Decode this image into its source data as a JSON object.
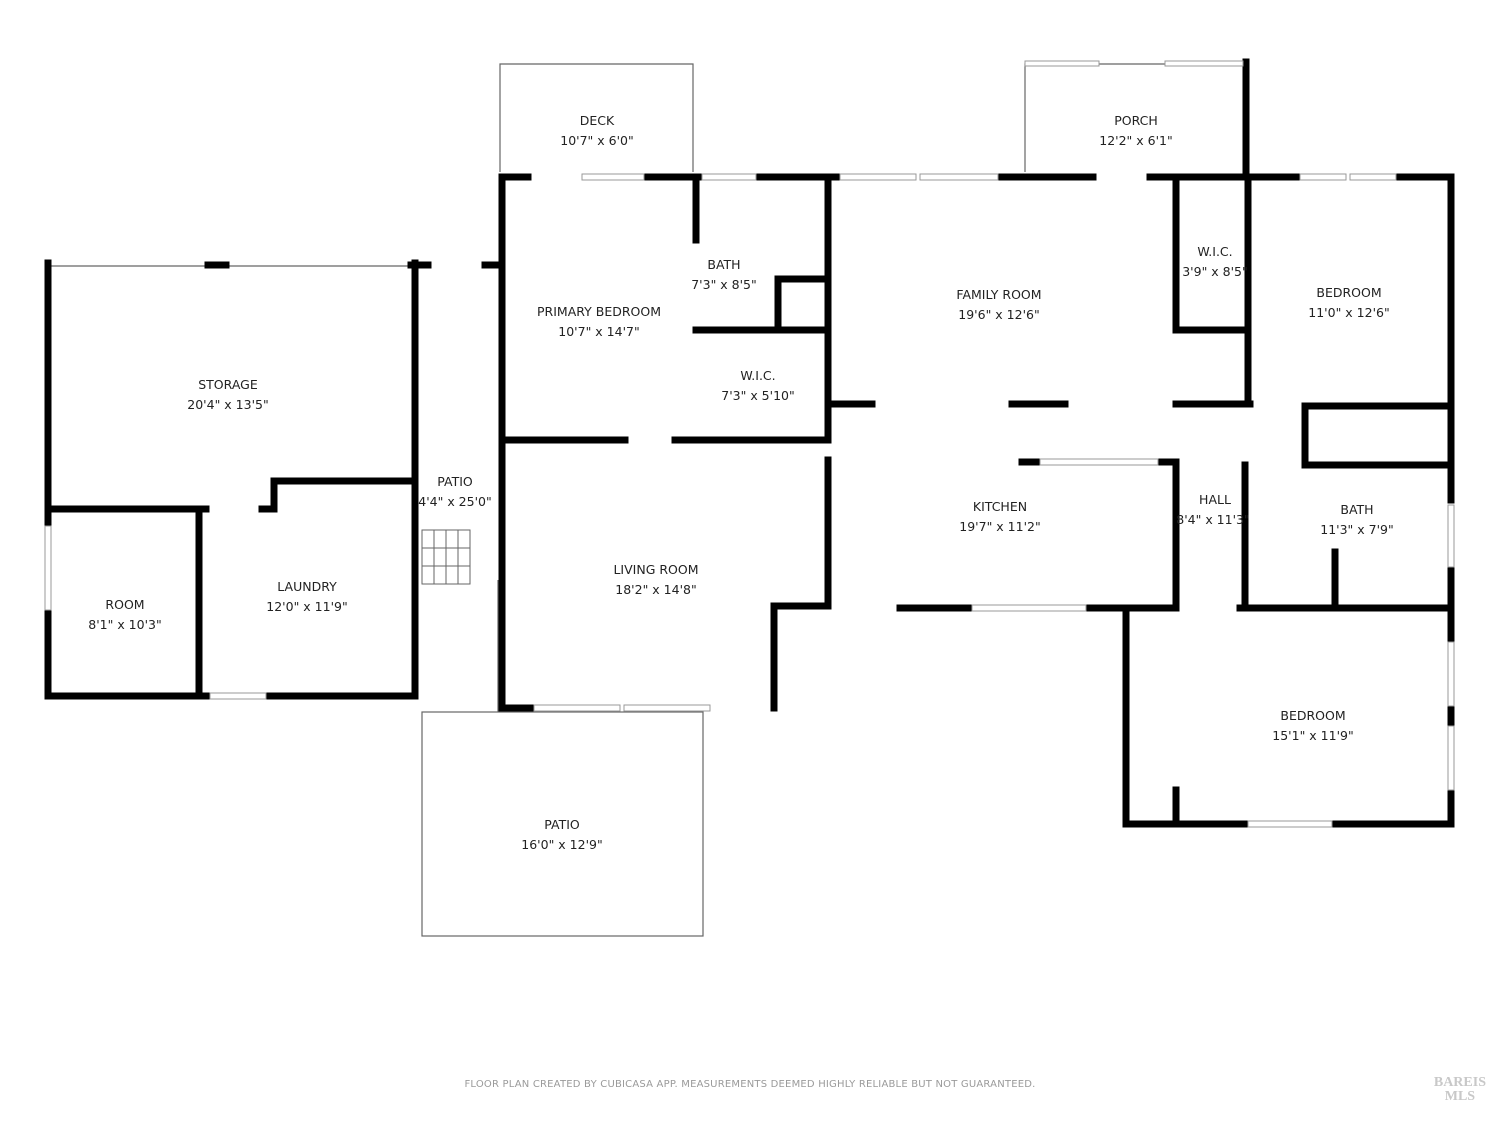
{
  "rooms": [
    {
      "id": "deck",
      "name": "DECK",
      "dims": "10'7\" x 6'0\""
    },
    {
      "id": "porch",
      "name": "PORCH",
      "dims": "12'2\" x 6'1\""
    },
    {
      "id": "primary-bedroom",
      "name": "PRIMARY BEDROOM",
      "dims": "10'7\" x 14'7\""
    },
    {
      "id": "bath-primary",
      "name": "BATH",
      "dims": "7'3\" x 8'5\""
    },
    {
      "id": "wic-primary",
      "name": "W.I.C.",
      "dims": "7'3\" x 5'10\""
    },
    {
      "id": "family-room",
      "name": "FAMILY ROOM",
      "dims": "19'6\" x 12'6\""
    },
    {
      "id": "wic-bedroom",
      "name": "W.I.C.",
      "dims": "3'9\" x 8'5\""
    },
    {
      "id": "bedroom-1",
      "name": "BEDROOM",
      "dims": "11'0\" x 12'6\""
    },
    {
      "id": "storage",
      "name": "STORAGE",
      "dims": "20'4\" x 13'5\""
    },
    {
      "id": "patio-side",
      "name": "PATIO",
      "dims": "4'4\" x 25'0\""
    },
    {
      "id": "room",
      "name": "ROOM",
      "dims": "8'1\" x 10'3\""
    },
    {
      "id": "laundry",
      "name": "LAUNDRY",
      "dims": "12'0\" x 11'9\""
    },
    {
      "id": "living-room",
      "name": "LIVING ROOM",
      "dims": "18'2\" x 14'8\""
    },
    {
      "id": "kitchen",
      "name": "KITCHEN",
      "dims": "19'7\" x 11'2\""
    },
    {
      "id": "hall",
      "name": "HALL",
      "dims": "8'4\" x 11'3\""
    },
    {
      "id": "bath-2",
      "name": "BATH",
      "dims": "11'3\" x 7'9\""
    },
    {
      "id": "bedroom-2",
      "name": "BEDROOM",
      "dims": "15'1\" x 11'9\""
    },
    {
      "id": "patio-rear",
      "name": "PATIO",
      "dims": "16'0\" x 12'9\""
    }
  ],
  "footer": {
    "disclaimer": "FLOOR PLAN CREATED BY CUBICASA APP. MEASUREMENTS DEEMED HIGHLY RELIABLE BUT NOT GUARANTEED."
  },
  "watermark": {
    "line1": "BAREIS",
    "line2": "MLS"
  },
  "colors": {
    "wall": "#000000",
    "background": "#ffffff",
    "outline": "#666666",
    "window": "#999999"
  }
}
